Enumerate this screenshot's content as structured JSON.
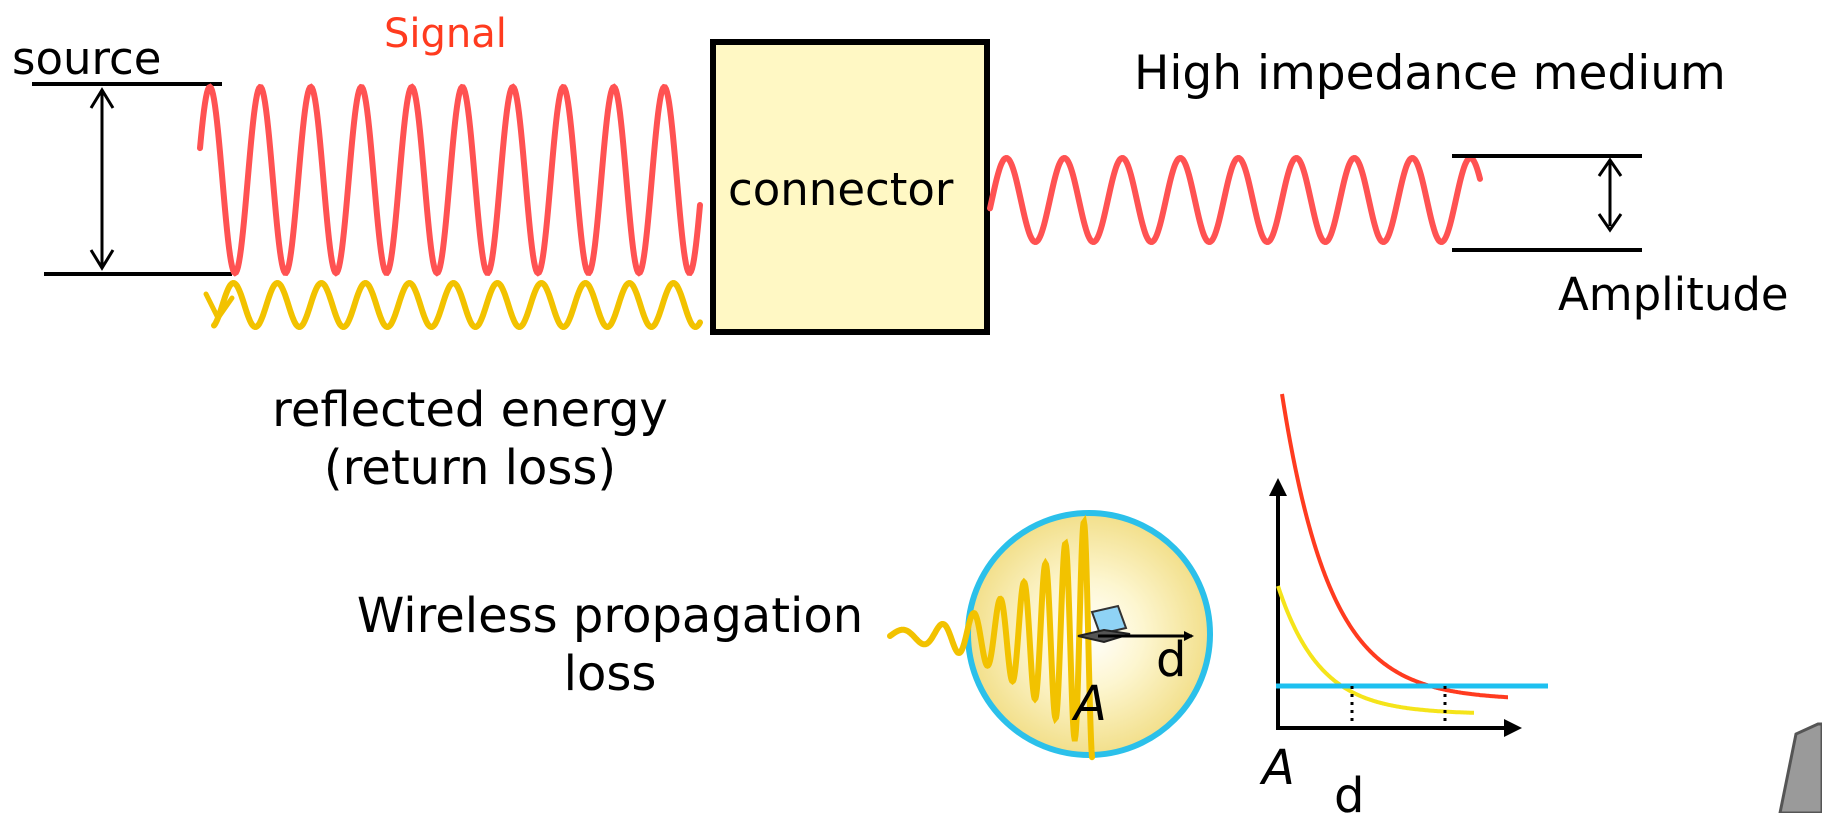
{
  "labels": {
    "source": "source",
    "signal": "Signal",
    "connector": "connector",
    "medium": "High impedance medium",
    "amplitude": "Amplitude",
    "reflected_line1": "reflected energy",
    "reflected_line2": "(return loss)",
    "wireless_line1": "Wireless propagation",
    "wireless_line2": "loss",
    "circle_d": "d",
    "circle_a": "A",
    "graph_a": "A",
    "graph_d": "d"
  },
  "colors": {
    "signal_wave": "#ff5252",
    "reflected_wave": "#f2c200",
    "connector_fill": "#fff8c4",
    "circle_stroke": "#2bc0ea",
    "graph_red": "#ff3b1f",
    "graph_yellow": "#f5e41a",
    "graph_blue": "#1ec0f0",
    "signal_text": "#ff3b1f"
  },
  "icons": {
    "laptop": "laptop-icon"
  }
}
